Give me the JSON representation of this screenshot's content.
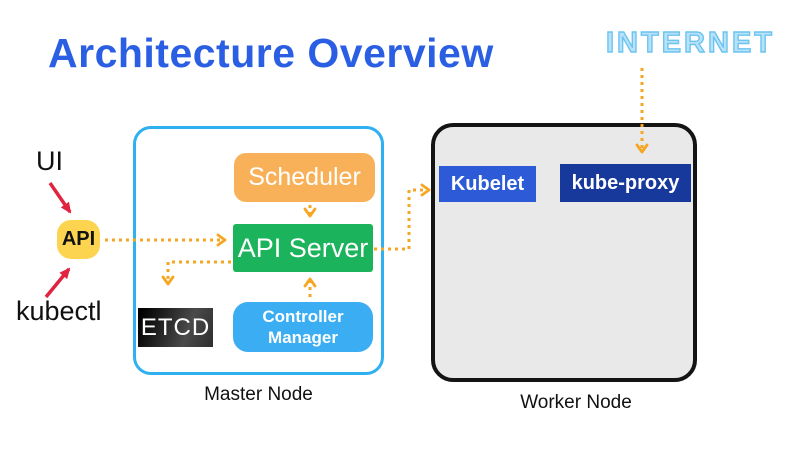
{
  "title": "Architecture Overview",
  "internet": {
    "label": "INTERNET"
  },
  "clients": {
    "ui_label": "UI",
    "api_badge": "API",
    "kubectl_label": "kubectl"
  },
  "master_node": {
    "caption": "Master Node",
    "scheduler": "Scheduler",
    "api_server": "API Server",
    "etcd": "ETCD",
    "controller_manager": "Controller Manager"
  },
  "worker_node": {
    "caption": "Worker Node",
    "kubelet": "Kubelet",
    "kube_proxy": "kube-proxy"
  },
  "connections": [
    {
      "from": "UI",
      "to": "API",
      "style": "solid-red"
    },
    {
      "from": "kubectl",
      "to": "API",
      "style": "solid-red"
    },
    {
      "from": "API",
      "to": "API Server",
      "style": "dotted-orange"
    },
    {
      "from": "Scheduler",
      "to": "API Server",
      "style": "dotted-orange"
    },
    {
      "from": "Controller Manager",
      "to": "API Server",
      "style": "dotted-orange"
    },
    {
      "from": "API Server",
      "to": "ETCD",
      "style": "dotted-orange"
    },
    {
      "from": "API Server",
      "to": "Kubelet",
      "style": "dotted-orange"
    },
    {
      "from": "INTERNET",
      "to": "kube-proxy",
      "style": "dotted-orange"
    }
  ],
  "colors": {
    "title": "#2b5fe3",
    "internet_text": "#6cc4f0",
    "arrow_orange": "#f5a623",
    "arrow_red": "#e0243f",
    "scheduler": "#f8b158",
    "api_server": "#1bb45c",
    "controller_manager": "#3badf2",
    "etcd": "#1a1a1a",
    "api_badge": "#fcd44f",
    "master_border": "#2fb0f0",
    "worker_fill": "#e9e9e9",
    "worker_border": "#141414",
    "kubelet": "#2d5bd7",
    "kube_proxy": "#16399b"
  }
}
